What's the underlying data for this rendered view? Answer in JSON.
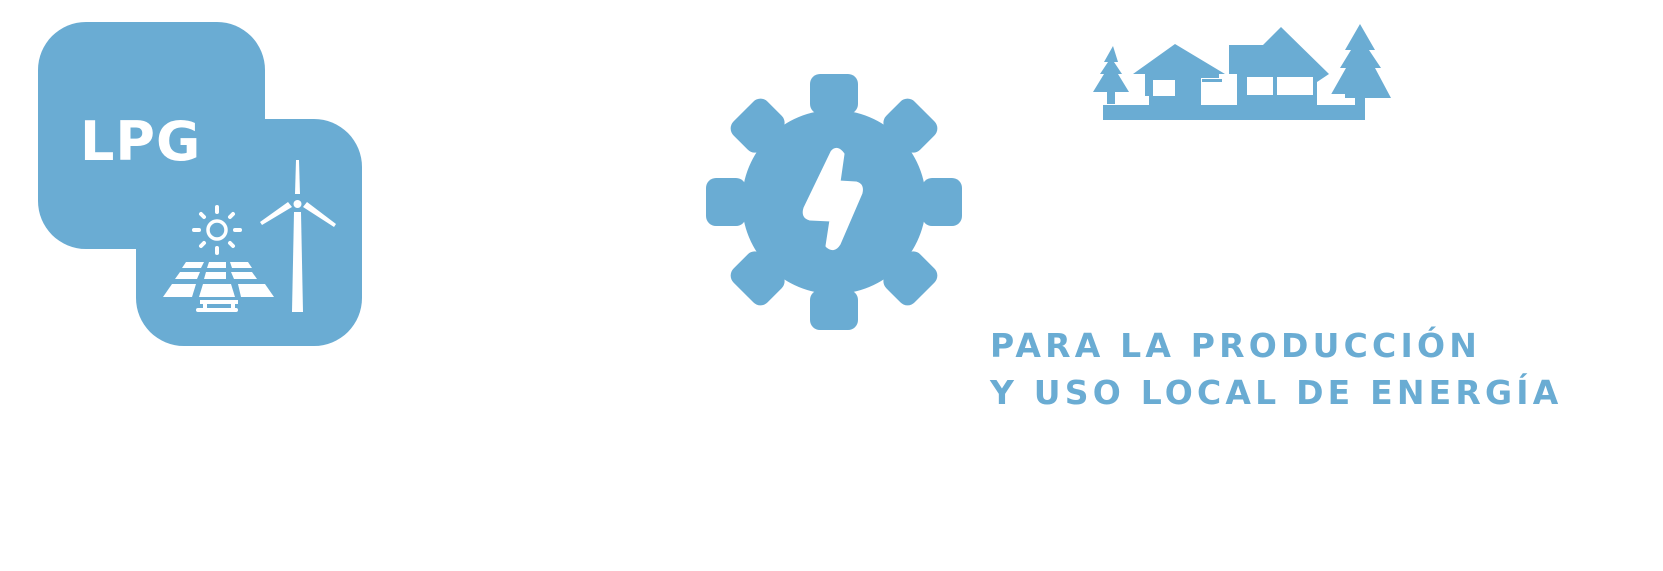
{
  "colors": {
    "brand_blue": "#6aacd3",
    "icon_white": "#ffffff",
    "background": "#ffffff"
  },
  "badge": {
    "label": "LPG",
    "icons": [
      "sun-icon",
      "solar-panel-icon",
      "wind-turbine-icon"
    ]
  },
  "gear": {
    "icons": [
      "gear-icon",
      "lightning-bolt-icon"
    ]
  },
  "village": {
    "icons": [
      "tree-icon",
      "house-icon",
      "building-icon",
      "tree-icon"
    ]
  },
  "caption": {
    "line1": "PARA LA PRODUCCIÓN",
    "line2": "Y USO LOCAL DE ENERGÍA"
  }
}
